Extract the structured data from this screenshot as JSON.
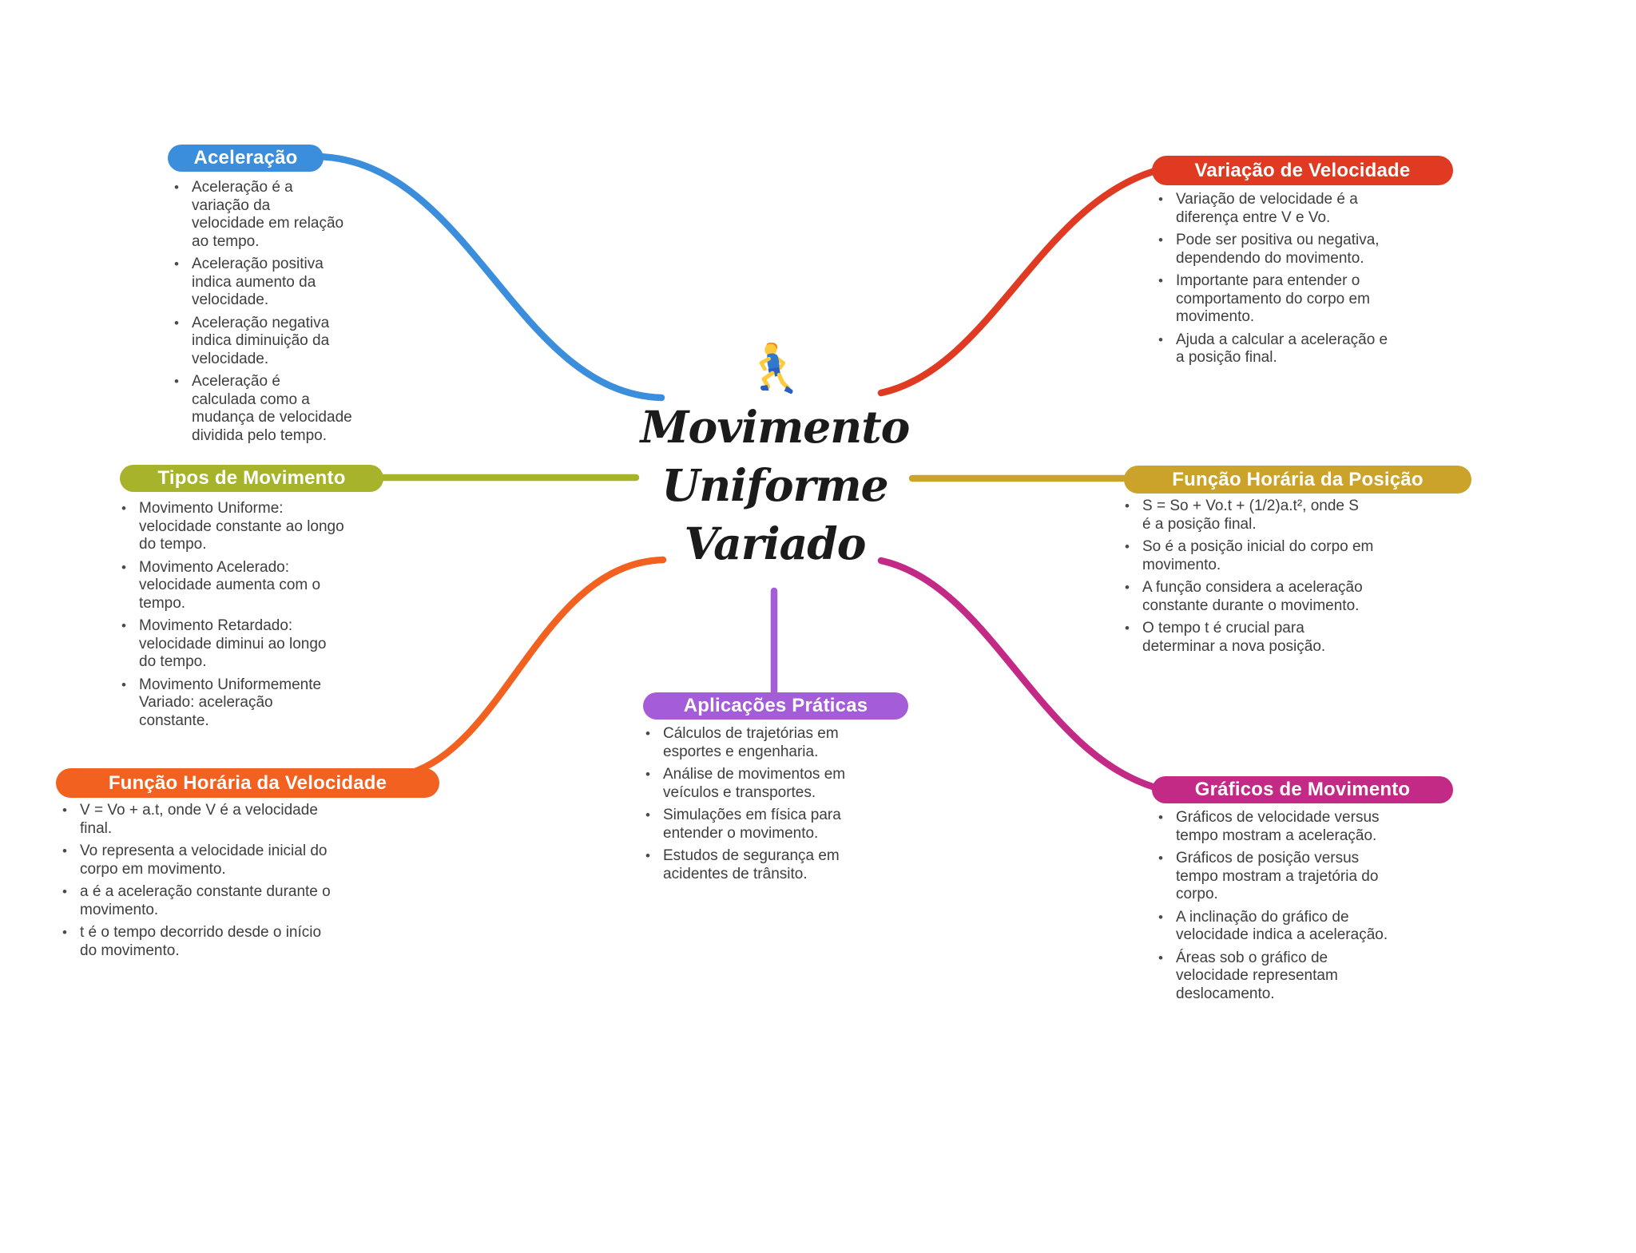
{
  "ui": {
    "bullet": "•",
    "background": "#FFFFFF",
    "body_text_color": "#3E3E3E"
  },
  "center": {
    "lines": [
      "Movimento",
      "Uniforme",
      "Variado"
    ],
    "emoji": "runner",
    "text_color": "#1B1B1B"
  },
  "branches": [
    {
      "id": "aceleracao",
      "label": "Aceleração",
      "color": "#3B8EDB",
      "position": "top-left",
      "bullets": [
        "Aceleração é a\nvariação da\nvelocidade em relação\nao tempo.",
        "Aceleração positiva\nindica aumento da\nvelocidade.",
        "Aceleração negativa\nindica diminuição da\nvelocidade.",
        "Aceleração é\ncalculada como a\nmudança de velocidade\ndividida pelo tempo."
      ]
    },
    {
      "id": "tipos-de-movimento",
      "label": "Tipos de Movimento",
      "color": "#A6B32B",
      "position": "middle-left",
      "bullets": [
        "Movimento Uniforme:\nvelocidade constante ao longo\ndo tempo.",
        "Movimento Acelerado:\nvelocidade aumenta com o\ntempo.",
        "Movimento Retardado:\nvelocidade diminui ao longo\ndo tempo.",
        "Movimento Uniformemente\nVariado: aceleração\nconstante."
      ]
    },
    {
      "id": "funcao-horaria-da-velocidade",
      "label": "Função Horária da Velocidade",
      "color": "#F2611F",
      "position": "bottom-left",
      "bullets": [
        "V = Vo + a.t, onde V é a velocidade\nfinal.",
        "Vo representa a velocidade inicial do\ncorpo em movimento.",
        "a é a aceleração constante durante o\nmovimento.",
        "t é o tempo decorrido desde o início\ndo movimento."
      ]
    },
    {
      "id": "variacao-de-velocidade",
      "label": "Variação de Velocidade",
      "color": "#E13A22",
      "position": "top-right",
      "bullets": [
        "Variação de velocidade é a\ndiferença entre V e Vo.",
        "Pode ser positiva ou negativa,\ndependendo do movimento.",
        "Importante para entender o\ncomportamento do corpo em\nmovimento.",
        "Ajuda a calcular a aceleração e\na posição final."
      ]
    },
    {
      "id": "funcao-horaria-da-posicao",
      "label": "Função Horária da Posição",
      "color": "#CBA32B",
      "position": "middle-right",
      "bullets": [
        "S = So + Vo.t + (1/2)a.t², onde S\né a posição final.",
        "So é a posição inicial do corpo em\nmovimento.",
        "A função considera a aceleração\nconstante durante o movimento.",
        "O tempo t é crucial para\ndeterminar a nova posição."
      ]
    },
    {
      "id": "graficos-de-movimento",
      "label": "Gráficos de Movimento",
      "color": "#C32A85",
      "position": "bottom-right",
      "bullets": [
        "Gráficos de velocidade versus\ntempo mostram a aceleração.",
        "Gráficos de posição versus\ntempo mostram a trajetória do\ncorpo.",
        "A inclinação do gráfico de\nvelocidade indica a aceleração.",
        "Áreas sob o gráfico de\nvelocidade representam\ndeslocamento."
      ]
    },
    {
      "id": "aplicacoes-praticas",
      "label": "Aplicações Práticas",
      "color": "#A55CD9",
      "position": "bottom-center",
      "bullets": [
        "Cálculos de trajetórias em\nesportes e engenharia.",
        "Análise de movimentos em\nveículos e transportes.",
        "Simulações em física para\nentender o movimento.",
        "Estudos de segurança em\nacidentes de trânsito."
      ]
    }
  ]
}
